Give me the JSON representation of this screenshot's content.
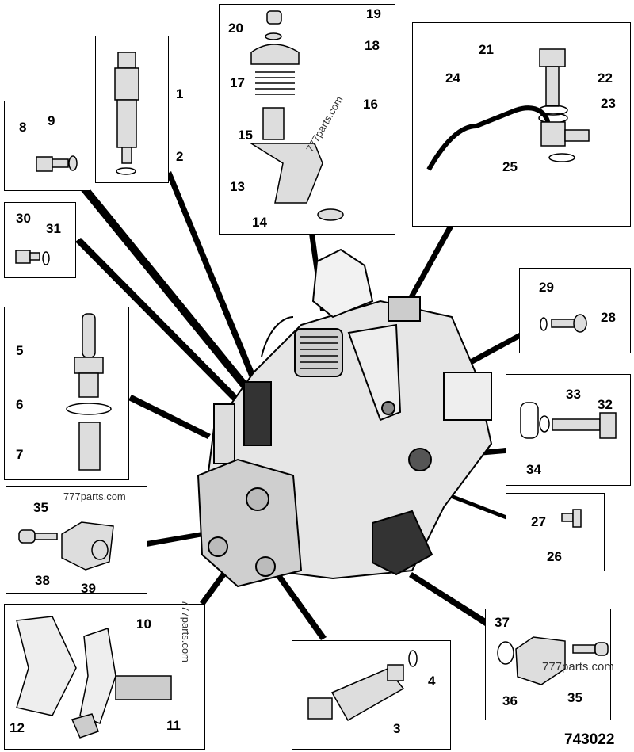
{
  "figure_number": "743022",
  "watermark": "777parts.com",
  "callouts": [
    "1",
    "2",
    "8",
    "9",
    "30",
    "31",
    "19",
    "20",
    "18",
    "17",
    "16",
    "15",
    "13",
    "14",
    "21",
    "22",
    "23",
    "24",
    "25",
    "29",
    "28",
    "5",
    "6",
    "7",
    "33",
    "32",
    "34",
    "27",
    "26",
    "35",
    "38",
    "39",
    "10",
    "12",
    "11",
    "4",
    "3",
    "37",
    "36",
    "35"
  ],
  "colors": {
    "line": "#000000",
    "background": "#ffffff",
    "part_fill": "#d8d8d8"
  }
}
